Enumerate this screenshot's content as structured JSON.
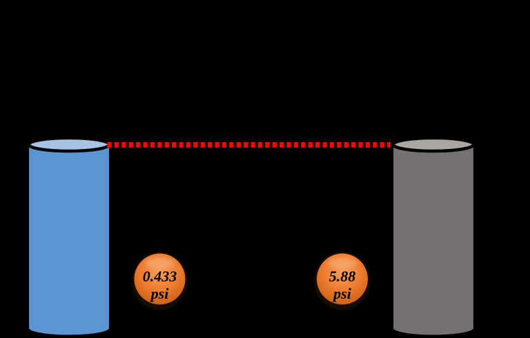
{
  "scene": {
    "background_color": "#000000",
    "outline_color": "#000000"
  },
  "cylinders": {
    "left": {
      "body_color": "#5996d3",
      "top_color": "#a6c3e3"
    },
    "right": {
      "body_color": "#747170",
      "top_color": "#a9a6a4"
    }
  },
  "reference_line": {
    "color": "#ff0000",
    "style": "dashed"
  },
  "badges": {
    "fill_color": "#ed7d31",
    "highlight_color": "#f6a05d",
    "edge_color": "#c95f12",
    "rim_color": "#7a3a08",
    "text_color": "#000000",
    "left": {
      "value": "0.433",
      "unit": "psi"
    },
    "right": {
      "value": "5.88",
      "unit": "psi"
    }
  }
}
